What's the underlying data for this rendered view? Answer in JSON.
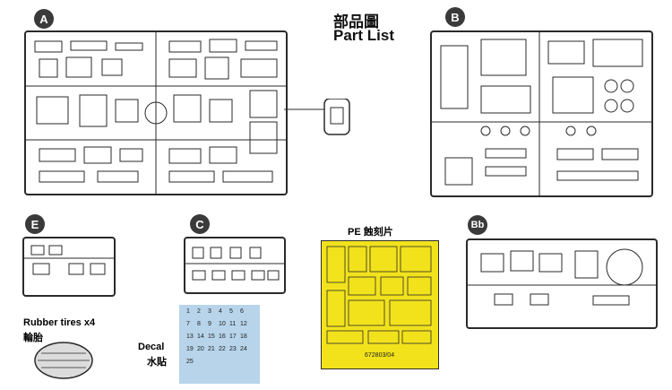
{
  "header": {
    "title_cn": "部品圖",
    "title_en": "Part List"
  },
  "sprues": {
    "A": "A",
    "B": "B",
    "E": "E",
    "C": "C",
    "Bb": "Bb"
  },
  "pe": {
    "label": "PE 蝕刻片",
    "code": "672803/04"
  },
  "tires": {
    "label_en": "Rubber tires x4",
    "label_cn": "輪胎"
  },
  "decal": {
    "label_en": "Decal",
    "label_cn": "水貼",
    "numbers": [
      "1",
      "2",
      "3",
      "4",
      "5",
      "6",
      "7",
      "8",
      "9",
      "10",
      "11",
      "12",
      "13",
      "14",
      "15",
      "16",
      "17",
      "18",
      "19",
      "20",
      "21",
      "22",
      "23",
      "24",
      "25"
    ]
  },
  "colors": {
    "pe_fill": "#f2e21c",
    "decal_fill": "#b7d4ea",
    "badge": "#3a3a3a",
    "sprue_line": "#2a2a2a"
  }
}
